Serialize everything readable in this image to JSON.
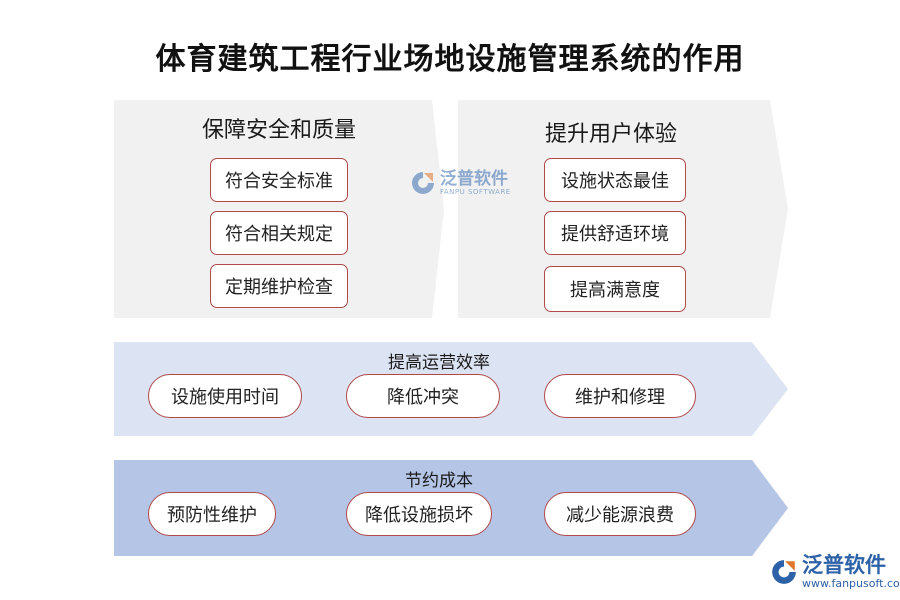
{
  "title": "体育建筑工程行业场地设施管理系统的作用",
  "colors": {
    "panel_grey": "#f1f1f1",
    "panel_light_blue": "#dce3f2",
    "panel_mid_blue": "#b4c5e6",
    "box_border": "#b04a4a",
    "brand_blue": "#2e62a8"
  },
  "panels": {
    "safety": {
      "heading": "保障安全和质量",
      "items": [
        "符合安全标准",
        "符合相关规定",
        "定期维护检查"
      ]
    },
    "experience": {
      "heading": "提升用户体验",
      "items": [
        "设施状态最佳",
        "提供舒适环境",
        "提高满意度"
      ]
    },
    "efficiency": {
      "heading": "提高运营效率",
      "items": [
        "设施使用时间",
        "降低冲突",
        "维护和修理"
      ]
    },
    "cost": {
      "heading": "节约成本",
      "items": [
        "预防性维护",
        "降低设施损坏",
        "减少能源浪费"
      ]
    }
  },
  "watermark": {
    "name": "泛普软件",
    "name_en": "FANPU SOFTWARE",
    "icon": "fanpu-logo-icon"
  },
  "logo": {
    "name": "泛普软件",
    "url": "www.fanpusoft.com",
    "icon": "fanpu-logo-icon"
  }
}
